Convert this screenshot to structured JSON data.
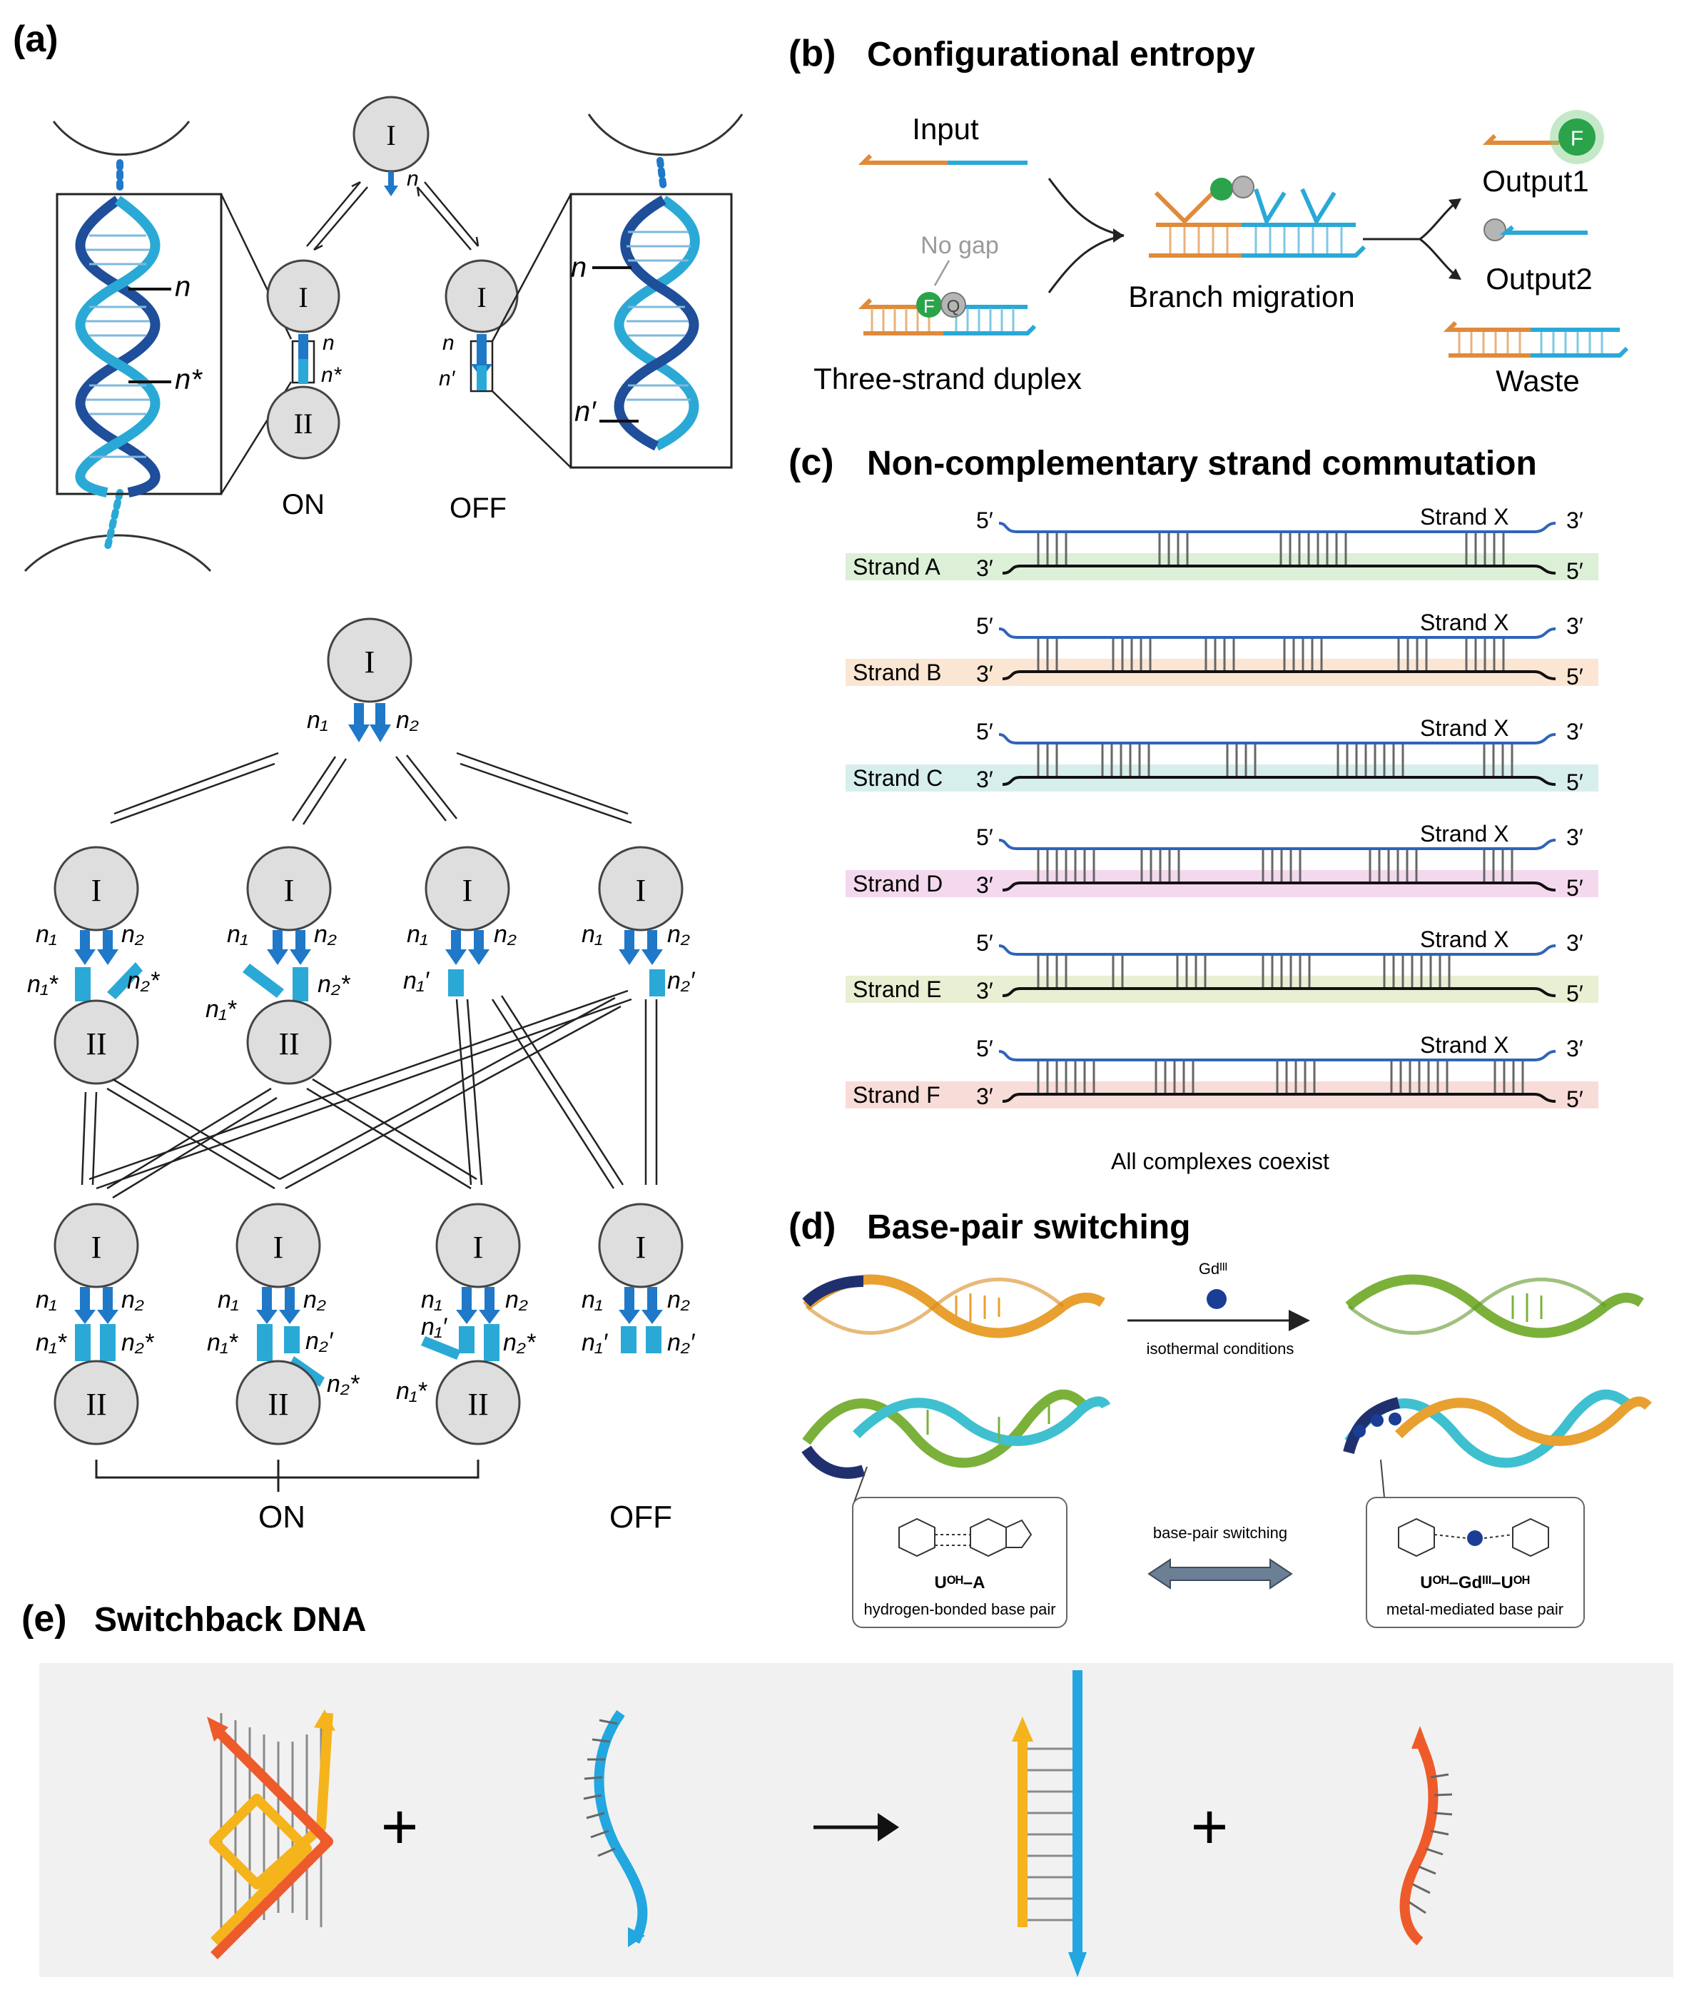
{
  "colors": {
    "dark_blue": "#1f4e9a",
    "light_blue": "#2aa9d6",
    "orange": "#e08a3a",
    "green": "#7bb13a",
    "gray_circle": "#dedede",
    "yellow": "#f5b31c",
    "red_orange": "#ef5a2a",
    "panel_e_bg": "#f1f1f1"
  },
  "panel_a": {
    "letter": "(a)",
    "top": {
      "node_I": "I",
      "node_II": "II",
      "n": "n",
      "n_star": "n*",
      "n_prime": "n′",
      "on": "ON",
      "off": "OFF"
    },
    "network": {
      "node_I": "I",
      "node_II": "II",
      "n1": "n₁",
      "n2": "n₂",
      "n1_star": "n₁*",
      "n2_star": "n₂*",
      "n1_prime": "n₁′",
      "n2_prime": "n₂′",
      "on": "ON",
      "off": "OFF"
    }
  },
  "panel_b": {
    "letter": "(b)",
    "title": "Configurational entropy",
    "input": "Input",
    "no_gap": "No gap",
    "duplex": "Three-strand duplex",
    "branch": "Branch migration",
    "output1": "Output1",
    "output2": "Output2",
    "waste": "Waste",
    "fluor": "F",
    "quench": "Q"
  },
  "panel_c": {
    "letter": "(c)",
    "title": "Non-complementary strand commutation",
    "five": "5′",
    "three": "3′",
    "strand_x": "Strand X",
    "strands": [
      {
        "label": "Strand A",
        "color": "#dcefd7"
      },
      {
        "label": "Strand B",
        "color": "#fbe6d3"
      },
      {
        "label": "Strand C",
        "color": "#d7efec"
      },
      {
        "label": "Strand D",
        "color": "#f4d9ee"
      },
      {
        "label": "Strand E",
        "color": "#e9efd3"
      },
      {
        "label": "Strand F",
        "color": "#f8dcd8"
      }
    ],
    "caption": "All complexes coexist"
  },
  "panel_d": {
    "letter": "(d)",
    "title": "Base-pair switching",
    "gd": "Gdᴵᴵᴵ",
    "isothermal": "isothermal conditions",
    "switching": "base-pair switching",
    "left_pair": "Uᴼᴴ–A",
    "left_caption": "hydrogen-bonded base pair",
    "right_pair": "Uᴼᴴ–Gdᴵᴵᴵ–Uᴼᴴ",
    "right_caption": "metal-mediated base pair"
  },
  "panel_e": {
    "letter": "(e)",
    "title": "Switchback DNA",
    "plus": "+"
  }
}
